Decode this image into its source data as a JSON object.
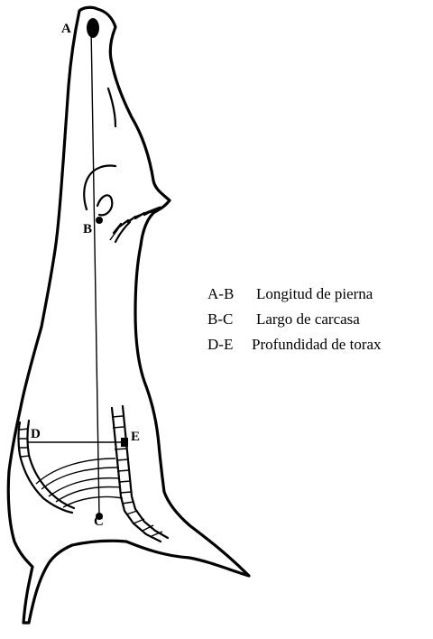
{
  "points": {
    "A": "A",
    "B": "B",
    "C": "C",
    "D": "D",
    "E": "E"
  },
  "legend": [
    {
      "code": "A-B",
      "text": "Longitud de pierna"
    },
    {
      "code": "B-C",
      "text": "Largo de carcasa"
    },
    {
      "code": "D-E",
      "text": "Profundidad de torax"
    }
  ]
}
